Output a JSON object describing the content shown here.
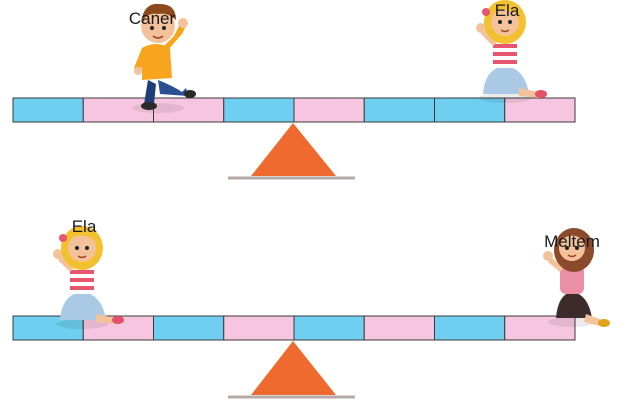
{
  "seesaws": [
    {
      "id": "top",
      "segments": [
        "blue",
        "pink",
        "pink",
        "blue",
        "pink",
        "blue",
        "blue",
        "pink"
      ],
      "left_child": {
        "name": "Caner",
        "kind": "boy"
      },
      "right_child": {
        "name": "Ela",
        "kind": "girl-blonde"
      }
    },
    {
      "id": "bottom",
      "segments": [
        "blue",
        "pink",
        "blue",
        "pink",
        "blue",
        "pink",
        "blue",
        "pink"
      ],
      "left_child": {
        "name": "Ela",
        "kind": "girl-blonde"
      },
      "right_child": {
        "name": "Meltem",
        "kind": "girl-brown"
      }
    }
  ],
  "colors": {
    "blue": "#6fcff0",
    "pink": "#f6c6e0",
    "plank_stroke": "#3a3a3a",
    "fulcrum": "#ef6a2e",
    "ground": "#b5a9a9"
  }
}
